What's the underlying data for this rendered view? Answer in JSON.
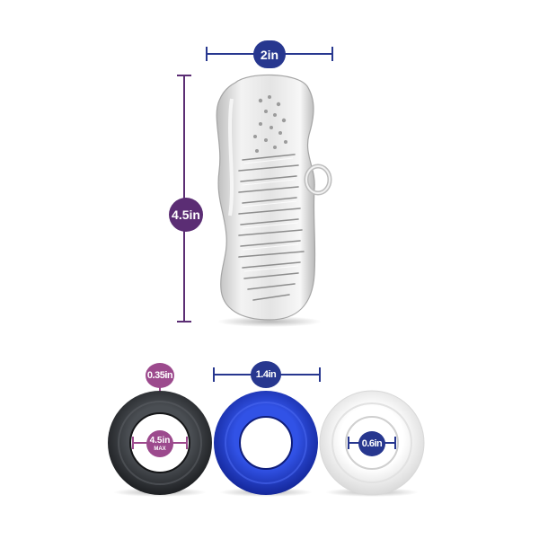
{
  "dimensions": {
    "product_width": "2in",
    "product_height": "4.5in",
    "ring_thickness": "0.35in",
    "ring_diameter": "1.4in",
    "ring_inner_max": "4.5in",
    "ring_inner_max_sub": "MAX",
    "ring_inner": "0.6in"
  },
  "colors": {
    "blue_badge": "#27378f",
    "purple_badge": "#5b2d74",
    "pink_badge": "#9c4a8d",
    "ring_black": "#2a2d31",
    "ring_blue": "#1f39c9",
    "ring_white": "#f4f4f4"
  }
}
